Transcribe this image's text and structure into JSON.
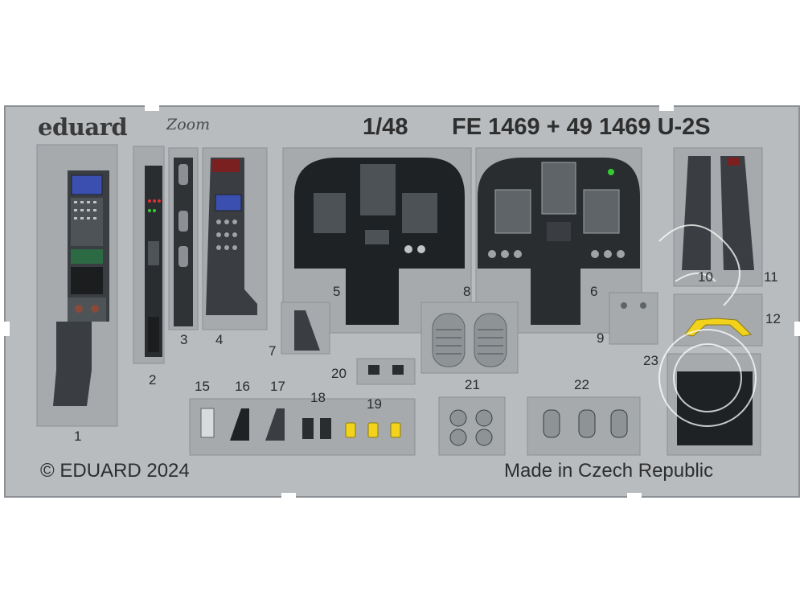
{
  "header": {
    "brand": "eduard",
    "brand_logo": "Zoom",
    "scale": "1/48",
    "title": "FE 1469 + 49 1469 U-2S"
  },
  "footer": {
    "copyright": "© EDUARD 2024",
    "made_in": "Made in Czech Republic"
  },
  "part_numbers": [
    "1",
    "2",
    "3",
    "4",
    "5",
    "6",
    "7",
    "8",
    "9",
    "10",
    "11",
    "12",
    "15",
    "16",
    "17",
    "18",
    "19",
    "20",
    "21",
    "22",
    "23"
  ],
  "colors": {
    "fret": "#b8bcbf",
    "fret_edge": "#8c9094",
    "panel_black": "#1f2224",
    "panel_dark": "#3a3e42",
    "instrument_gray": "#5f6468",
    "screen_blue": "#3a4fb0",
    "yellow_part": "#f2d21a"
  }
}
